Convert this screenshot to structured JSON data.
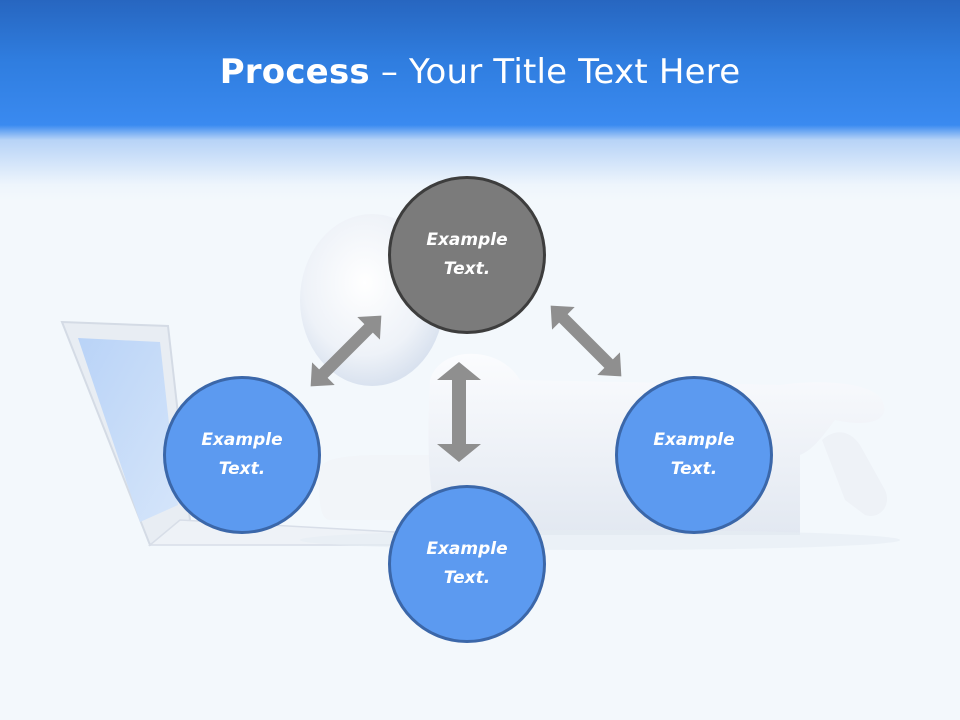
{
  "header": {
    "title_bold": "Process",
    "title_rest": " – Your Title Text Here"
  },
  "nodes": {
    "top": "Example\nText.",
    "left": "Example\nText.",
    "right": "Example\nText.",
    "bottom": "Example\nText."
  },
  "colors": {
    "header_blue": "#2f7ddf",
    "node_blue": "#5c9af0",
    "node_gray": "#7b7b7b",
    "arrow_gray": "#8f8f8f"
  }
}
